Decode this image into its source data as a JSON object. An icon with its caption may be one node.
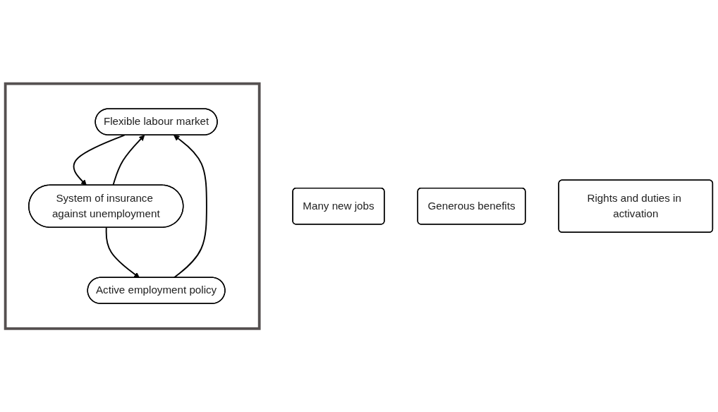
{
  "diagram": {
    "nodes": [
      {
        "text": [],
        "shape": "triangle"
      },
      {
        "text": [
          "Many new jobs"
        ]
      },
      {
        "text": [
          "Flexible labour market"
        ],
        "in": 0
      },
      {
        "text": [
          "Generous benefits"
        ]
      },
      {
        "text": [
          "Rights and duties in activation"
        ]
      },
      {
        "text": [
          "System of insurance against unemployment"
        ],
        "in": 0
      },
      {
        "text": [
          "Active employment policy"
        ],
        "in": 0
      }
    ],
    "edges": [
      {
        "from": 2,
        "to": 5,
        "arrow": "to"
      },
      {
        "from": 5,
        "to": 2,
        "arrow": "to"
      },
      {
        "from": 5,
        "to": 6,
        "arrow": "to"
      },
      {
        "from": 6,
        "to": 2,
        "arrow": "to"
      }
    ]
  }
}
